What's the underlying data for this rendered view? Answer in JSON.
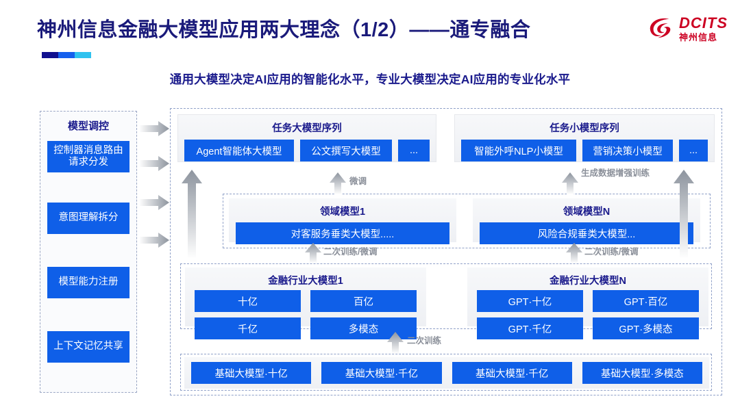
{
  "header": {
    "title": "神州信息金融大模型应用两大理念（1/2）——通专融合",
    "subtitle": "通用大模型决定AI应用的智能化水平，专业大模型决定AI应用的专业化水平",
    "logo_en": "DCITS",
    "logo_cn": "神州信息",
    "brand_red": "#cc0022",
    "title_color": "#1a1a7a",
    "accent_blue": "#0f5fe8"
  },
  "sidebar": {
    "title": "模型调控",
    "items": [
      {
        "label": "控制器消息路由请求分发"
      },
      {
        "label": "意图理解拆分"
      },
      {
        "label": "模型能力注册"
      },
      {
        "label": "上下文记忆共享"
      }
    ]
  },
  "task_models": {
    "large": {
      "title": "任务大模型序列",
      "chips": [
        "Agent智能体大模型",
        "公文撰写大模型",
        "..."
      ]
    },
    "small": {
      "title": "任务小模型序列",
      "chips": [
        "智能外呼NLP小模型",
        "营销决策小模型",
        "..."
      ]
    }
  },
  "domain_models": [
    {
      "title": "领域模型1",
      "chip": "对客服务垂类大模型....."
    },
    {
      "title": "领域模型N",
      "chip": "风险合规垂类大模型..."
    }
  ],
  "industry_models": [
    {
      "title": "金融行业大模型1",
      "chips": [
        "十亿",
        "百亿",
        "千亿",
        "多模态"
      ]
    },
    {
      "title": "金融行业大模型N",
      "chips": [
        "GPT·十亿",
        "GPT·百亿",
        "GPT·千亿",
        "GPT·多模态"
      ]
    }
  ],
  "base_models": {
    "chips": [
      "基础大模型·十亿",
      "基础大模型·千亿",
      "基础大模型·千亿",
      "基础大模型·多模态"
    ]
  },
  "arrow_labels": {
    "finetune": "微调",
    "data_aug": "生成数据增强训练",
    "retrain_finetune_left": "二次训练/微调",
    "retrain_finetune_right": "二次训练/微调",
    "retrain": "二次训练"
  },
  "icons": {
    "arrow_right": "arrow-right-icon",
    "arrow_up": "arrow-up-icon",
    "logo_swirl": "dcits-swirl-icon"
  }
}
